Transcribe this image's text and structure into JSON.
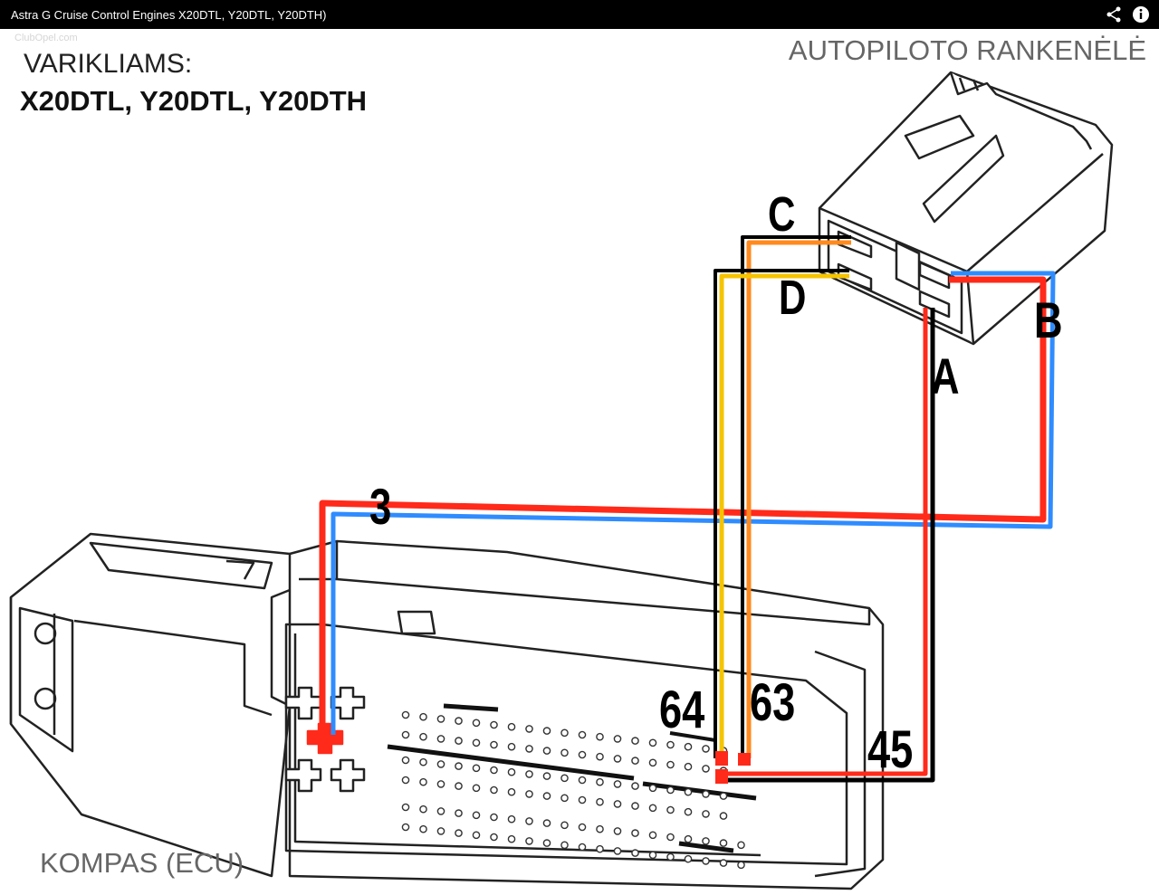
{
  "window": {
    "title": "Astra G Cruise Control  Engines  X20DTL, Y20DTL, Y20DTH)",
    "share_icon": "share-icon",
    "info_icon": "info-icon",
    "logo_text": "ClubOpel.com"
  },
  "labels": {
    "engines_heading": "VARIKLIAMS:",
    "engines_list": "X20DTL, Y20DTL, Y20DTH",
    "cruise_switch": "AUTOPILOTO RANKENĖLĖ",
    "ecu": "KOMPAS (ECU)"
  },
  "pins": {
    "c": "C",
    "d": "D",
    "b": "B",
    "a": "A",
    "three": "3",
    "sixty_four": "64",
    "sixty_three": "63",
    "forty_five": "45"
  },
  "colors": {
    "wire_red": "#ff2a1a",
    "wire_blue": "#2f8cff",
    "wire_orange": "#ff8a1e",
    "wire_yellow": "#f5c400",
    "wire_black": "#000000",
    "outline": "#222222"
  }
}
